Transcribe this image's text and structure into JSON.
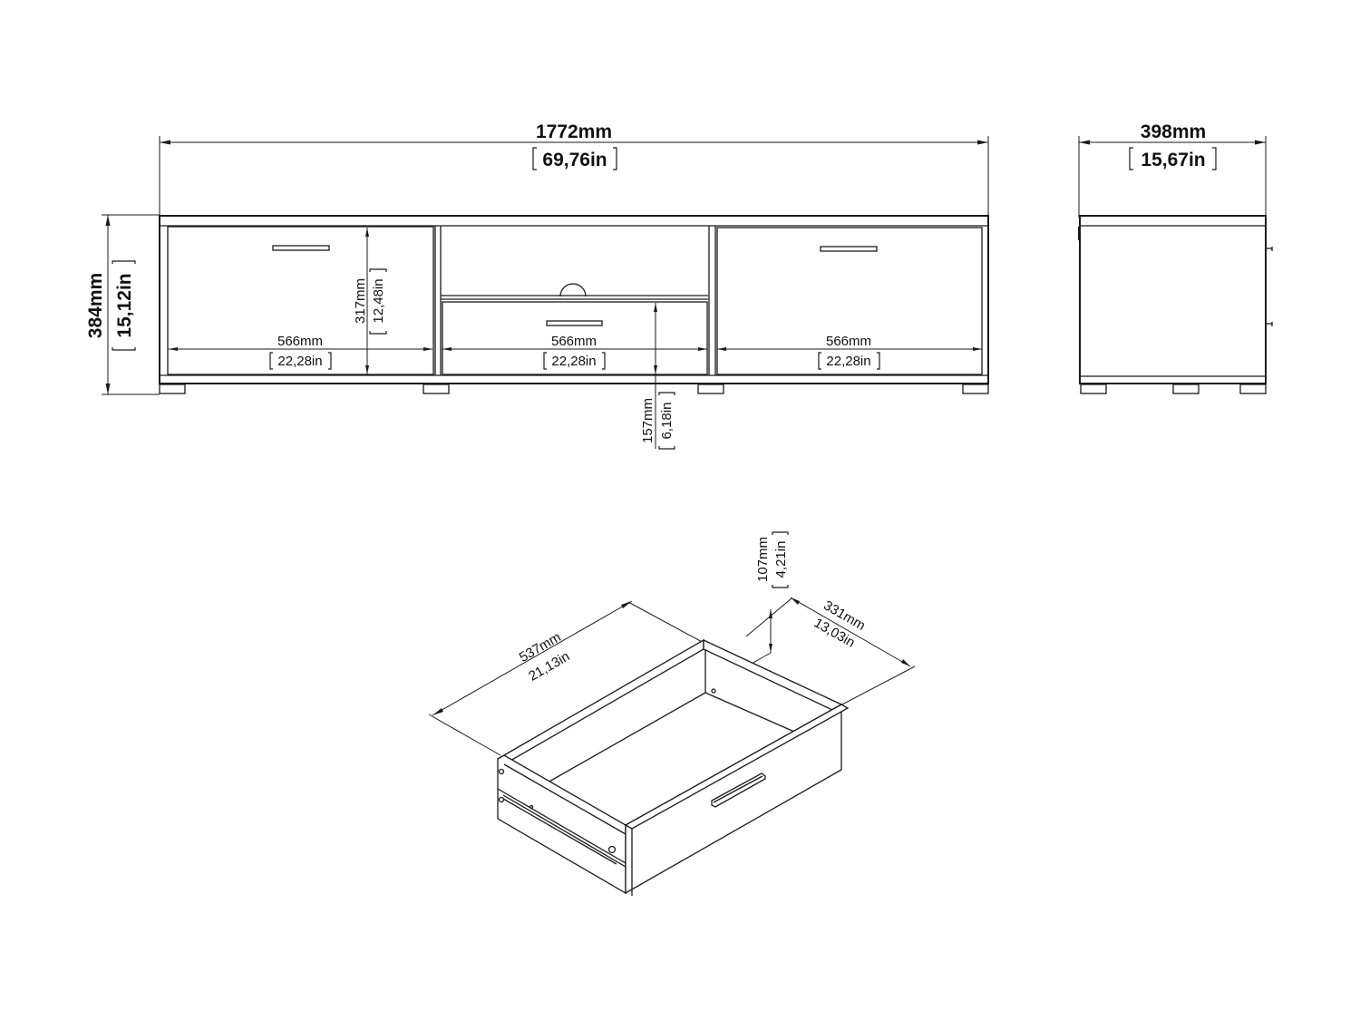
{
  "front_view": {
    "overall_width": {
      "mm": "1772mm",
      "in": "69,76in"
    },
    "overall_height": {
      "mm": "384mm",
      "in": "15,12in"
    },
    "door_height": {
      "mm": "317mm",
      "in": "12,48in"
    },
    "compartment_widths": [
      {
        "mm": "566mm",
        "in": "22,28in"
      },
      {
        "mm": "566mm",
        "in": "22,28in"
      },
      {
        "mm": "566mm",
        "in": "22,28in"
      }
    ],
    "drawer_height": {
      "mm": "157mm",
      "in": "6,18in"
    }
  },
  "side_view": {
    "depth": {
      "mm": "398mm",
      "in": "15,67in"
    }
  },
  "drawer_view": {
    "length": {
      "mm": "537mm",
      "in": "21,13in"
    },
    "width": {
      "mm": "331mm",
      "in": "13,03in"
    },
    "height": {
      "mm": "107mm",
      "in": "4,21in"
    }
  },
  "colors": {
    "line": "#1a1a1a",
    "background": "#ffffff"
  }
}
